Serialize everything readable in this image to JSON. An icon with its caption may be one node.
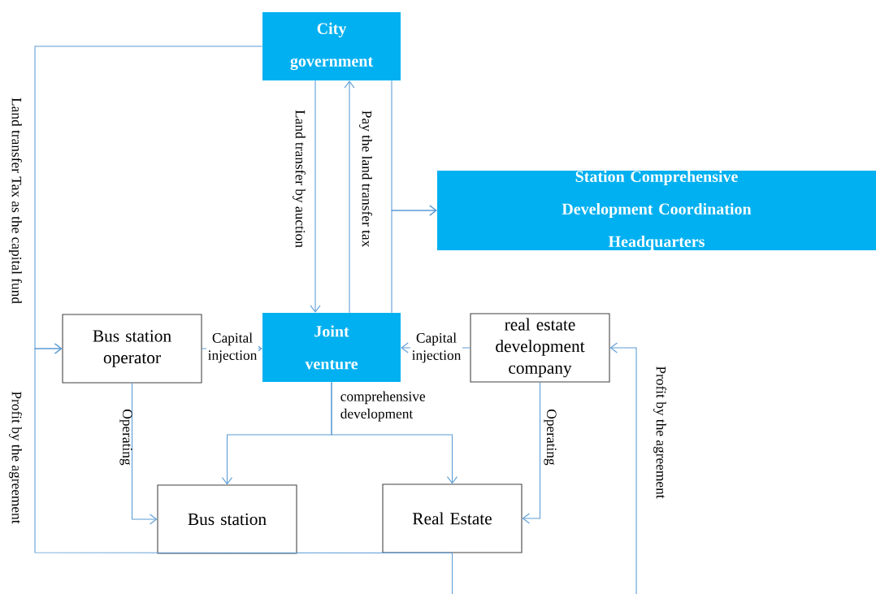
{
  "diagram": {
    "nodes": [
      {
        "text": [
          "City government"
        ]
      },
      {
        "text": [
          "Station Comprehensive Development Coordination Headquarters"
        ]
      },
      {
        "text": [
          "Bus station operator"
        ]
      },
      {
        "text": [
          "Joint venture"
        ]
      },
      {
        "text": [
          "real estate development company"
        ]
      },
      {
        "text": [
          "Bus station"
        ]
      },
      {
        "text": [
          "Real Estate"
        ]
      }
    ],
    "edges": [
      {
        "from": 0,
        "to": 3,
        "arrow": "to",
        "label": "Land transfer by auction"
      },
      {
        "from": 3,
        "to": 0,
        "arrow": "to",
        "label": "Pay the land transfer tax"
      },
      {
        "from": 0,
        "to": 1,
        "arrow": "to"
      },
      {
        "from": 3,
        "to": 1,
        "arrow": "to"
      },
      {
        "from": 0,
        "to": 2,
        "arrow": "to",
        "label": "Land transfer Tax as the capital fund"
      },
      {
        "from": 2,
        "to": 3,
        "arrow": "to",
        "label": "Capital injection"
      },
      {
        "from": 4,
        "to": 3,
        "arrow": "to",
        "label": "Capital injection"
      },
      {
        "from": 2,
        "to": 5,
        "arrow": "to",
        "label": "Operating"
      },
      {
        "from": 4,
        "to": 6,
        "arrow": "to",
        "label": "Operating"
      },
      {
        "from": 3,
        "to": 5,
        "arrow": "to",
        "label": "comprehensive development"
      },
      {
        "from": 3,
        "to": 6,
        "arrow": "to"
      },
      {
        "from": 6,
        "to": 2,
        "arrow": "to",
        "label": "Profit by the agreement"
      },
      {
        "from": 6,
        "to": 4,
        "arrow": "to",
        "label": "Profit by the agreement"
      }
    ]
  }
}
